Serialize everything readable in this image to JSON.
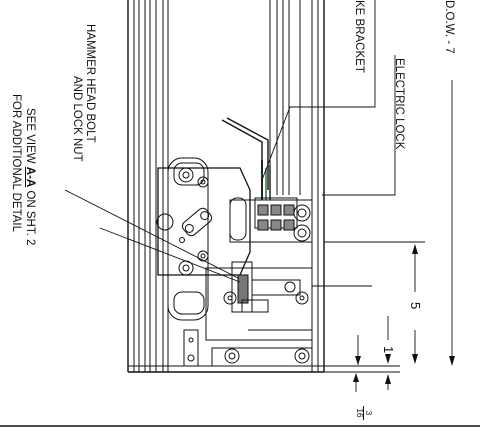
{
  "labels": {
    "dow": "D.O.W. - 7",
    "bracket": "KE BRACKET",
    "electric_lock": "ELECTRIC LOCK",
    "hammer_line1": "HAMMER HEAD BOLT",
    "hammer_line2": "AND LOCK NUT",
    "see_view_pre": "SEE VIEW ",
    "see_view_bold": "A-A",
    "see_view_post": " ON SHT. 2",
    "additional": "FOR ADDITIONAL DETAIL"
  },
  "dimensions": {
    "five": "5",
    "one": "1",
    "frac_num": "3",
    "frac_den": "16"
  }
}
